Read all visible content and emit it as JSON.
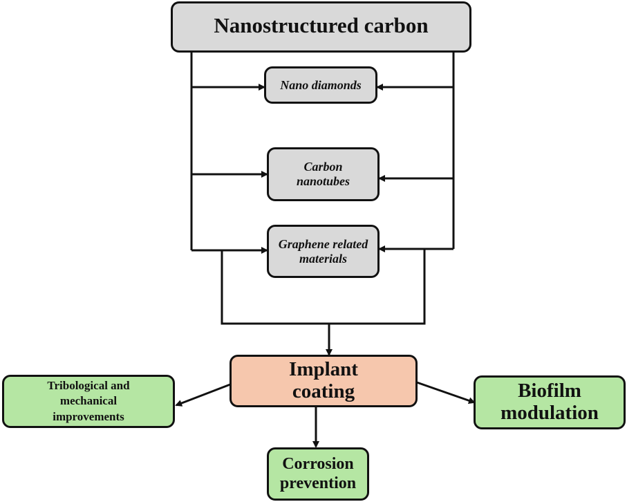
{
  "diagram": {
    "root": {
      "label": "Nanostructured carbon"
    },
    "materials": [
      {
        "label": "Nano diamonds"
      },
      {
        "label": "Carbon nanotubes"
      },
      {
        "label": "Graphene related materials"
      }
    ],
    "hub": {
      "label": "Implant coating"
    },
    "outcomes": [
      {
        "label": "Tribological and mechanical improvements"
      },
      {
        "label": "Corrosion prevention"
      },
      {
        "label": "Biofilm modulation"
      }
    ],
    "colors": {
      "root_fill": "#d9d9d9",
      "material_fill": "#d9d9d9",
      "hub_fill": "#f6c7ad",
      "outcome_fill": "#b5e6a3",
      "stroke": "#111111"
    }
  }
}
